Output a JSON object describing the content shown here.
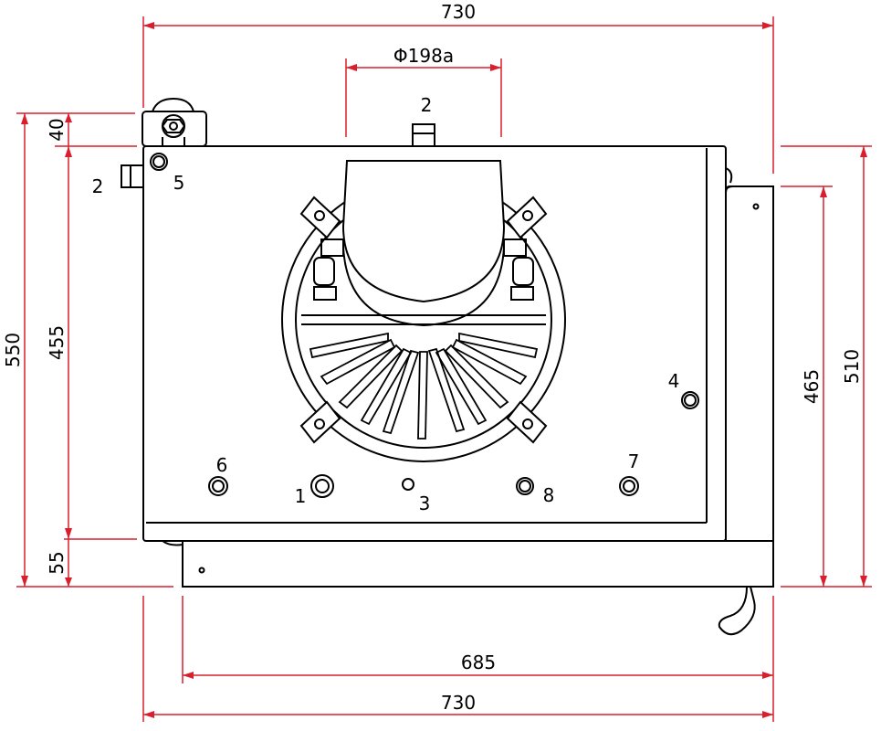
{
  "colors": {
    "dimension_line": "#d91e2e",
    "outline": "#000000",
    "background": "#ffffff"
  },
  "dimensions": {
    "top_width": "730",
    "fan_diameter": "Φ198a",
    "bottom_width_inner": "685",
    "bottom_width_outer": "730",
    "left_total_height": "550",
    "left_body_height": "455",
    "left_top_offset": "40",
    "left_bottom_offset": "55",
    "right_inner_height": "465",
    "right_outer_height": "510"
  },
  "callouts": {
    "top_port": "2",
    "side_port": "2",
    "hole_1": "1",
    "hole_3": "3",
    "hole_4": "4",
    "hole_5": "5",
    "hole_6": "6",
    "hole_7": "7",
    "hole_8": "8"
  }
}
